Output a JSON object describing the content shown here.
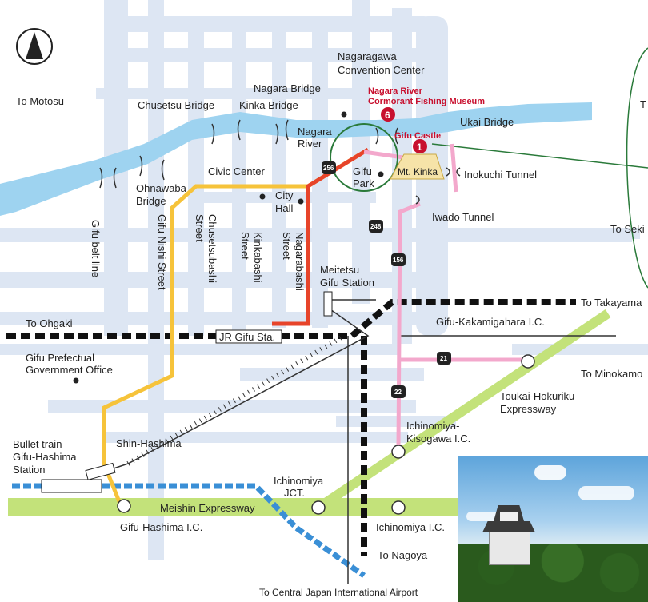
{
  "compass": {
    "icon": "north-arrow-icon"
  },
  "labels": {
    "to_motosu": "To Motosu",
    "chusetsu_bridge": "Chusetsu Bridge",
    "kinka_bridge": "Kinka Bridge",
    "nagara_bridge": "Nagara Bridge",
    "nagaragawa_cc_1": "Nagaragawa",
    "nagaragawa_cc_2": "Convention Center",
    "museum_1": "Nagara River",
    "museum_2": "Cormorant Fishing Museum",
    "museum_num": "6",
    "nagara_river_1": "Nagara",
    "nagara_river_2": "River",
    "gifu_castle": "Gifu Castle",
    "castle_num": "1",
    "ukai_bridge": "Ukai Bridge",
    "civic_center": "Civic Center",
    "ohnawaba_1": "Ohnawaba",
    "ohnawaba_2": "Bridge",
    "city_hall_1": "City",
    "city_hall_2": "Hall",
    "gifu_park_1": "Gifu",
    "gifu_park_2": "Park",
    "mt_kinka": "Mt. Kinka",
    "inokuchi_tunnel": "Inokuchi Tunnel",
    "iwado_tunnel": "Iwado Tunnel",
    "to_seki": "To Seki",
    "gifu_belt_line": "Gifu belt line",
    "gifu_nishi_street": "Gifu Nishi Street",
    "chusetsubashi_1": "Chusetsubashi",
    "chusetsubashi_2": "Street",
    "kinkabashi_1": "Kinkabashi",
    "kinkabashi_2": "Street",
    "nagarabashi_1": "Nagarabashi",
    "nagarabashi_2": "Street",
    "meitetsu_1": "Meitetsu",
    "meitetsu_2": "Gifu Station",
    "to_takayama": "To Takayama",
    "to_ohgaki": "To Ohgaki",
    "jr_gifu": "JR Gifu Sta.",
    "kakamigahara_ic": "Gifu-Kakamigahara I.C.",
    "pref_office_1": "Gifu Prefectual",
    "pref_office_2": "Government Office",
    "to_minokamo": "To Minokamo",
    "tokai_hokuriku_1": "Toukai-Hokuriku",
    "tokai_hokuriku_2": "Expressway",
    "ichinomiya_kisogawa_1": "Ichinomiya-",
    "ichinomiya_kisogawa_2": "Kisogawa I.C.",
    "bullet_1": "Bullet train",
    "bullet_2": "Gifu-Hashima",
    "bullet_3": "Station",
    "shin_hashima": "Shin-Hashima",
    "ichinomiya_jct_1": "Ichinomiya",
    "ichinomiya_jct_2": "JCT.",
    "meishin": "Meishin Expressway",
    "gifu_hashima_ic": "Gifu-Hashima I.C.",
    "ichinomiya_ic": "Ichinomiya I.C.",
    "to_nagoya": "To Nagoya",
    "to_airport": "To Central Japan International Airport",
    "inset_t": "T"
  },
  "route_shields": {
    "r256": "256",
    "r248": "248",
    "r156": "156",
    "r21": "21",
    "r22": "22"
  },
  "colors": {
    "road_bg": "#dde6f3",
    "river": "#9ed3f0",
    "expressway": "#c3e27a",
    "route_yellow": "#f6c33a",
    "route_red": "#e7442a",
    "route_pink": "#f3a8cc",
    "rail_jr": "#111111",
    "shinkansen": "#3a8fd6",
    "circle_green": "#2a7a3a",
    "mt_kinka": "#f6e3a8",
    "museum_red": "#c8102e"
  }
}
